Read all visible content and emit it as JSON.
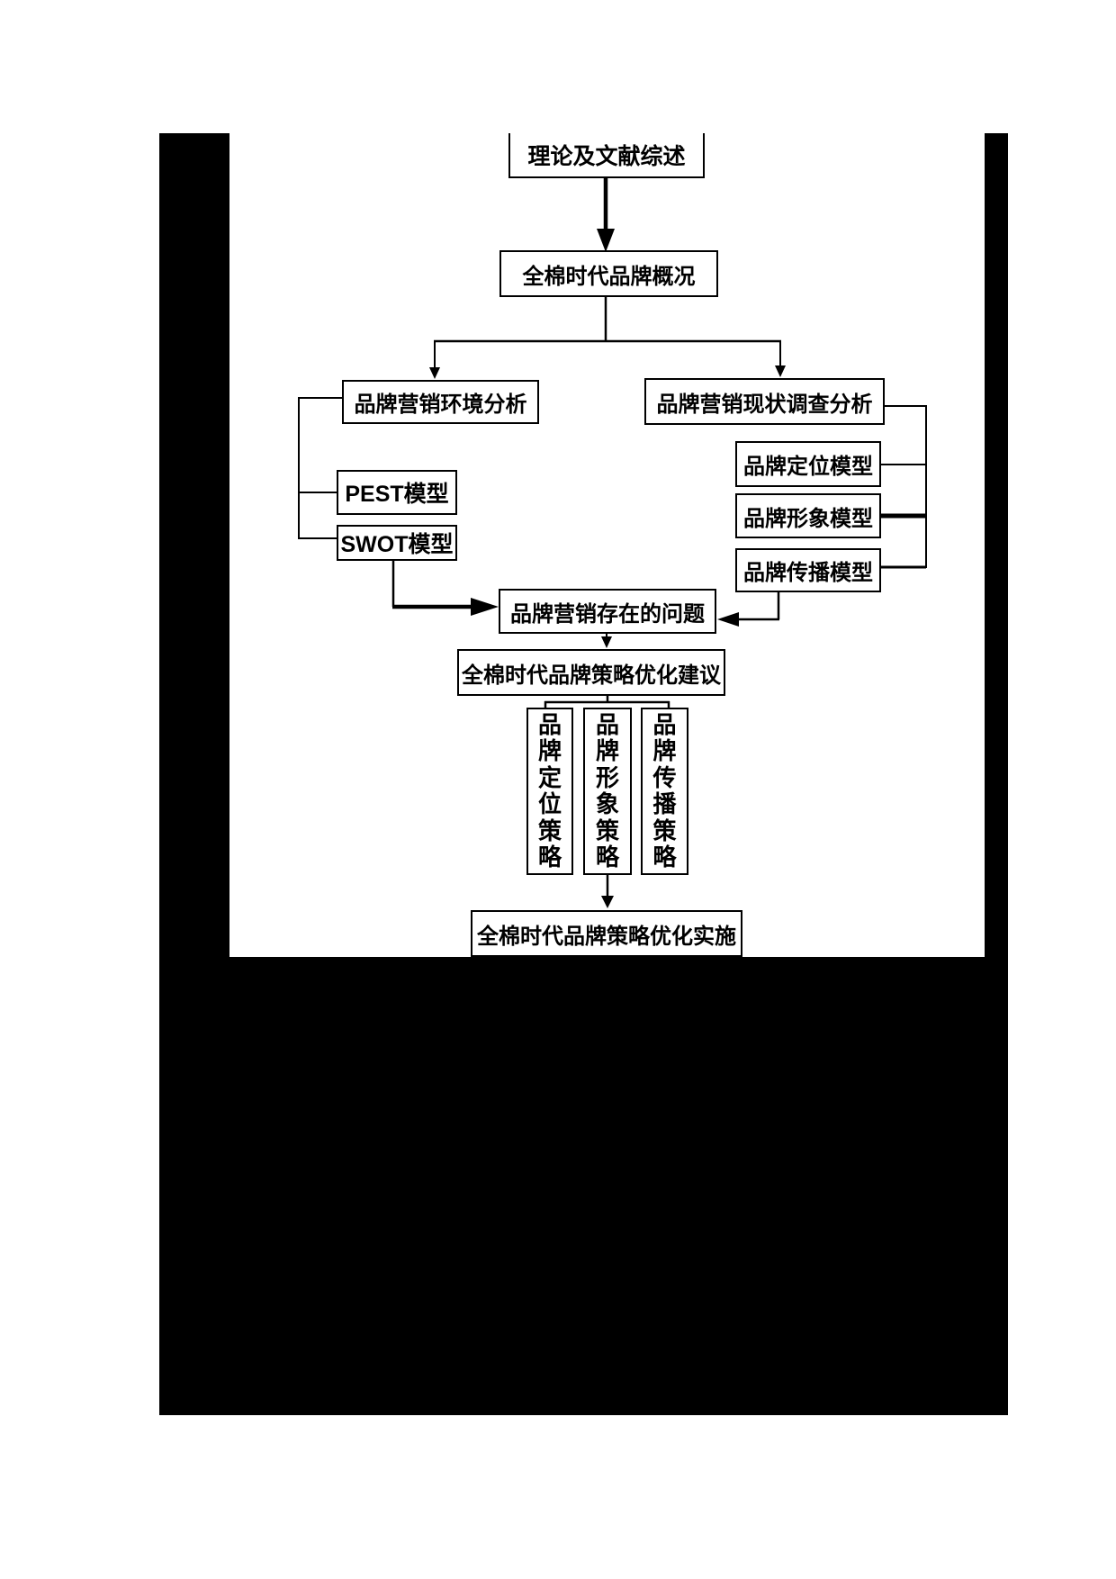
{
  "figure": {
    "type": "flowchart",
    "language": "zh-CN",
    "colors": {
      "line": "#000000",
      "box_background": "#ffffff",
      "box_border": "#000000",
      "scan_frame": "#000000",
      "page_background": "#ffffff"
    },
    "nodes": {
      "literature": {
        "label": "理论及文献综述"
      },
      "brand_overview": {
        "label": "全棉时代品牌概况"
      },
      "env_analysis": {
        "label": "品牌营销环境分析"
      },
      "status_survey": {
        "label": "品牌营销现状调查分析"
      },
      "pest": {
        "label": "PEST模型"
      },
      "swot": {
        "label": "SWOT模型"
      },
      "positioning_model": {
        "label": "品牌定位模型"
      },
      "image_model": {
        "label": "品牌形象模型"
      },
      "communication_model": {
        "label": "品牌传播模型"
      },
      "problems": {
        "label": "品牌营销存在的问题"
      },
      "optimization_advice": {
        "label": "全棉时代品牌策略优化建议"
      },
      "positioning_strategy": {
        "label": "品牌定位策略"
      },
      "image_strategy": {
        "label": "品牌形象策略"
      },
      "communication_strategy": {
        "label": "品牌传播策略"
      },
      "implementation": {
        "label": "全棉时代品牌策略优化实施"
      }
    },
    "edges": [
      {
        "from": "literature",
        "to": "brand_overview",
        "style": "arrow-bold"
      },
      {
        "from": "brand_overview",
        "to": "env_analysis",
        "style": "arrow"
      },
      {
        "from": "brand_overview",
        "to": "status_survey",
        "style": "arrow"
      },
      {
        "from": "env_analysis",
        "to": "pest",
        "style": "bracket"
      },
      {
        "from": "env_analysis",
        "to": "swot",
        "style": "bracket"
      },
      {
        "from": "status_survey",
        "to": "positioning_model",
        "style": "bracket"
      },
      {
        "from": "status_survey",
        "to": "image_model",
        "style": "bracket"
      },
      {
        "from": "status_survey",
        "to": "communication_model",
        "style": "bracket"
      },
      {
        "from": "swot",
        "to": "problems",
        "style": "arrow-bold"
      },
      {
        "from": "communication_model",
        "to": "problems",
        "style": "arrow"
      },
      {
        "from": "problems",
        "to": "optimization_advice",
        "style": "arrow"
      },
      {
        "from": "optimization_advice",
        "to": "positioning_strategy",
        "style": "line"
      },
      {
        "from": "optimization_advice",
        "to": "image_strategy",
        "style": "line"
      },
      {
        "from": "optimization_advice",
        "to": "communication_strategy",
        "style": "line"
      },
      {
        "from": "image_strategy",
        "to": "implementation",
        "style": "arrow"
      }
    ]
  }
}
